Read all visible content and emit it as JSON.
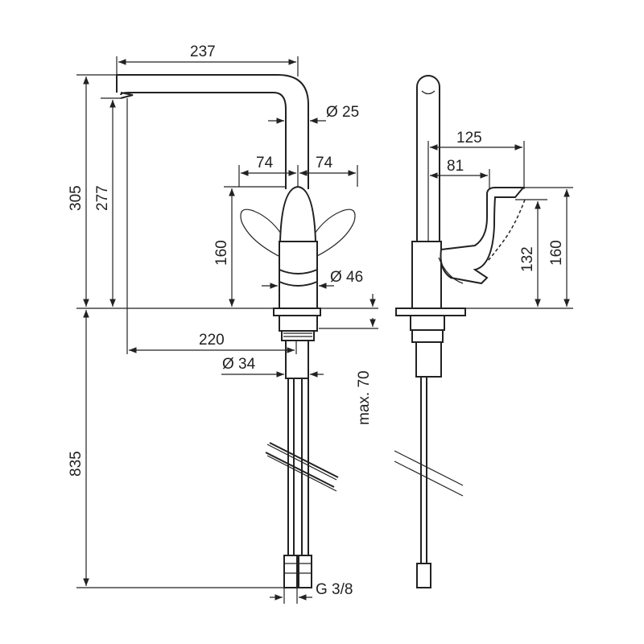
{
  "front_view": {
    "spout_reach": "237",
    "spout_diameter": "Ø 25",
    "lever_left": "74",
    "lever_right": "74",
    "total_height": "305",
    "outlet_height": "277",
    "lever_height": "160",
    "body_diameter": "Ø 46",
    "outlet_distance": "220",
    "shank_diameter": "Ø 34",
    "max_thickness": "max. 70",
    "hose_length": "835",
    "connection": "G 3/8"
  },
  "side_view": {
    "lever_reach": "125",
    "lever_offset": "81",
    "lever_height_min": "132",
    "lever_height_max": "160"
  }
}
